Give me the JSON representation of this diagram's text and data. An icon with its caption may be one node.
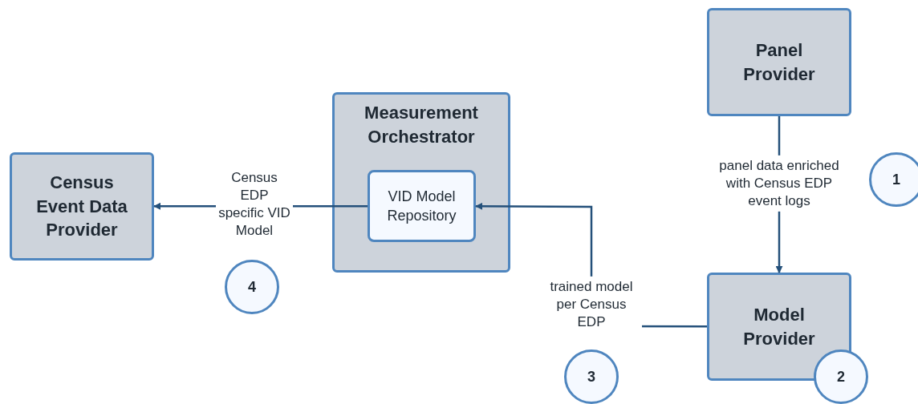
{
  "diagram": {
    "nodes": [
      {
        "text": [
          "Panel Provider"
        ]
      },
      {
        "text": [
          "Measurement Orchestrator"
        ]
      },
      {
        "text": [
          "VID Model Repository"
        ],
        "in": 1
      },
      {
        "text": [
          "Census Event Data Provider"
        ]
      },
      {
        "text": [
          "Model Provider"
        ]
      },
      {
        "text": [
          "1"
        ]
      },
      {
        "text": [
          "2"
        ]
      },
      {
        "text": [
          "3"
        ]
      },
      {
        "text": [
          "4"
        ]
      }
    ],
    "edges": [
      {
        "from": 0,
        "to": 4,
        "arrow": "to",
        "label": "panel data enriched with Census EDP event logs"
      },
      {
        "from": 4,
        "to": 2,
        "arrow": "to",
        "label": "trained model per Census EDP"
      },
      {
        "from": 2,
        "to": 3,
        "arrow": "to",
        "label": "Census EDP specific VID Model"
      }
    ]
  }
}
